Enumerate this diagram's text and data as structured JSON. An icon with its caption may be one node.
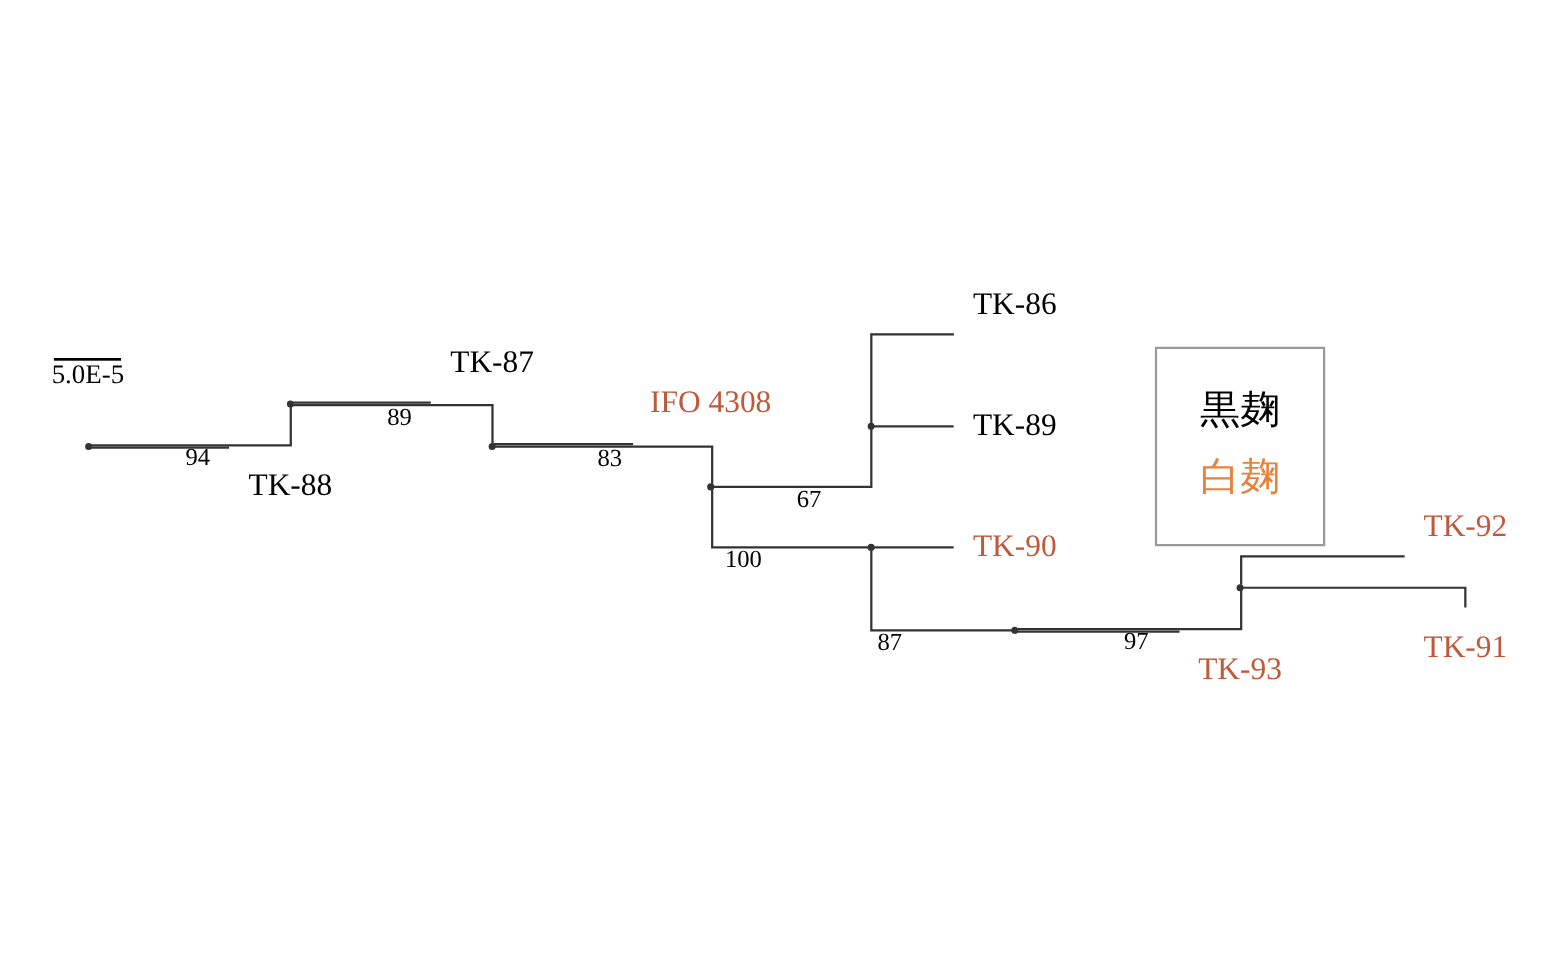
{
  "diagram": {
    "nodes": [
      {
        "text": [],
        "shape": "point"
      },
      {
        "text": [],
        "shape": "point"
      },
      {
        "text": [
          "TK-87"
        ]
      },
      {
        "text": [],
        "shape": "point"
      },
      {
        "text": [
          "IFO 4308"
        ]
      },
      {
        "text": [],
        "shape": "point"
      },
      {
        "text": [],
        "shape": "point"
      },
      {
        "text": [
          "TK-86"
        ]
      },
      {
        "text": [
          "TK-89"
        ]
      },
      {
        "text": [],
        "shape": "point"
      },
      {
        "text": [
          "TK-90"
        ]
      },
      {
        "text": [],
        "shape": "point"
      },
      {
        "text": [],
        "shape": "point"
      },
      {
        "text": [
          "TK-92"
        ]
      },
      {
        "text": [
          "TK-91"
        ]
      },
      {
        "text": [
          "TK-93"
        ]
      },
      {
        "text": [
          "TK-88"
        ]
      }
    ],
    "edges": [
      {
        "from": 0,
        "to": 1,
        "arrow": "none",
        "label": "94"
      },
      {
        "from": 1,
        "to": 2,
        "arrow": "none"
      },
      {
        "from": 1,
        "to": 3,
        "arrow": "none",
        "label": "89"
      },
      {
        "from": 3,
        "to": 4,
        "arrow": "none"
      },
      {
        "from": 3,
        "to": 5,
        "arrow": "none",
        "label": "83"
      },
      {
        "from": 5,
        "to": 6,
        "arrow": "none",
        "label": "67"
      },
      {
        "from": 6,
        "to": 7,
        "arrow": "none"
      },
      {
        "from": 6,
        "to": 8,
        "arrow": "none"
      },
      {
        "from": 5,
        "to": 9,
        "arrow": "none",
        "label": "100"
      },
      {
        "from": 9,
        "to": 10,
        "arrow": "none"
      },
      {
        "from": 9,
        "to": 11,
        "arrow": "none",
        "label": "87"
      },
      {
        "from": 11,
        "to": 12,
        "arrow": "none",
        "label": "97"
      },
      {
        "from": 12,
        "to": 13,
        "arrow": "none"
      },
      {
        "from": 12,
        "to": 14,
        "arrow": "none"
      },
      {
        "from": 11,
        "to": 15,
        "arrow": "none"
      },
      {
        "from": 0,
        "to": 16,
        "arrow": "none"
      }
    ],
    "labels": [
      "5.0E-5"
    ],
    "legend": [
      {
        "text": "黒麹",
        "color": "#000000"
      },
      {
        "text": "白麹",
        "color": "#e8823a"
      }
    ]
  }
}
